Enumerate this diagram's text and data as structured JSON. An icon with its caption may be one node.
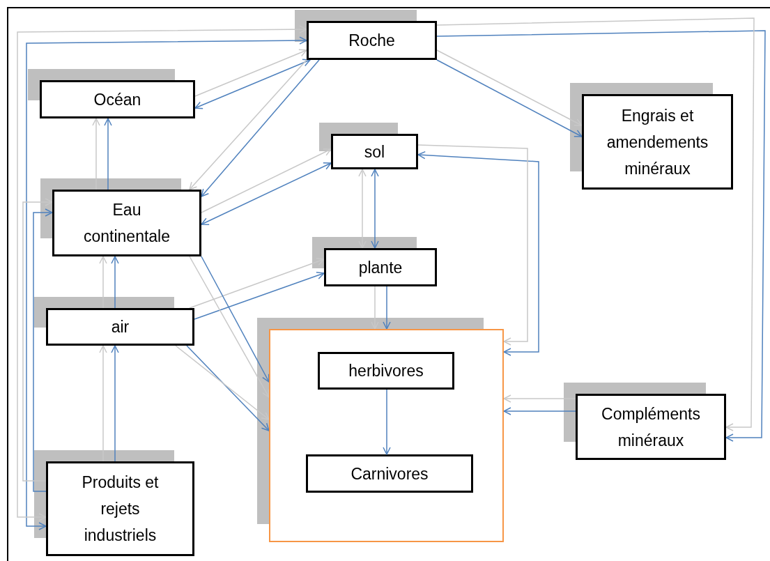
{
  "diagram": {
    "nodes": [
      {
        "text": [
          "Roche"
        ]
      },
      {
        "text": [
          "Océan"
        ]
      },
      {
        "text": [
          "Engrais et amendements minéraux"
        ]
      },
      {
        "text": [
          "sol"
        ]
      },
      {
        "text": [
          "Eau continentale"
        ]
      },
      {
        "text": [
          "plante"
        ]
      },
      {
        "text": [
          "air"
        ]
      },
      {
        "text": [],
        "shape": "box"
      },
      {
        "text": [
          "herbivores"
        ],
        "in": 7
      },
      {
        "text": [
          "Carnivores"
        ],
        "in": 7
      },
      {
        "text": [
          "Compléments minéraux"
        ]
      },
      {
        "text": [
          "Produits et rejets industriels"
        ]
      }
    ],
    "edges": [
      {
        "from": 0,
        "to": 11,
        "arrow": "both"
      },
      {
        "from": 0,
        "to": 11,
        "arrow": "both",
        "color": "#c8c8c8"
      },
      {
        "from": 11,
        "to": 4,
        "arrow": "to"
      },
      {
        "from": 11,
        "to": 4,
        "arrow": "to",
        "color": "#c8c8c8"
      },
      {
        "from": 1,
        "to": 0,
        "arrow": "both"
      },
      {
        "from": 1,
        "to": 0,
        "arrow": "to",
        "color": "#c8c8c8"
      },
      {
        "from": 0,
        "to": 4,
        "arrow": "to"
      },
      {
        "from": 0,
        "to": 4,
        "arrow": "to",
        "color": "#c8c8c8"
      },
      {
        "from": 4,
        "to": 3,
        "arrow": "both"
      },
      {
        "from": 4,
        "to": 3,
        "arrow": "to",
        "color": "#c8c8c8"
      },
      {
        "from": 4,
        "to": 1,
        "arrow": "to"
      },
      {
        "from": 4,
        "to": 1,
        "arrow": "to",
        "color": "#c8c8c8"
      },
      {
        "from": 6,
        "to": 4,
        "arrow": "to"
      },
      {
        "from": 6,
        "to": 4,
        "arrow": "to",
        "color": "#c8c8c8"
      },
      {
        "from": 11,
        "to": 6,
        "arrow": "to"
      },
      {
        "from": 11,
        "to": 6,
        "arrow": "to",
        "color": "#c8c8c8"
      },
      {
        "from": 6,
        "to": 5,
        "arrow": "to"
      },
      {
        "from": 6,
        "to": 5,
        "arrow": "to",
        "color": "#c8c8c8"
      },
      {
        "from": 4,
        "to": 7,
        "arrow": "to"
      },
      {
        "from": 4,
        "to": 7,
        "arrow": "to",
        "color": "#c8c8c8"
      },
      {
        "from": 6,
        "to": 7,
        "arrow": "to"
      },
      {
        "from": 6,
        "to": 7,
        "arrow": "to",
        "color": "#c8c8c8"
      },
      {
        "from": 3,
        "to": 5,
        "arrow": "both"
      },
      {
        "from": 3,
        "to": 5,
        "arrow": "both",
        "color": "#c8c8c8"
      },
      {
        "from": 5,
        "to": 7,
        "arrow": "to"
      },
      {
        "from": 5,
        "to": 7,
        "arrow": "to",
        "color": "#c8c8c8"
      },
      {
        "from": 8,
        "to": 9,
        "arrow": "to"
      },
      {
        "from": 0,
        "to": 2,
        "arrow": "to"
      },
      {
        "from": 0,
        "to": 2,
        "arrow": "to",
        "color": "#c8c8c8"
      },
      {
        "from": 0,
        "to": 10,
        "arrow": "to"
      },
      {
        "from": 0,
        "to": 10,
        "arrow": "to",
        "color": "#c8c8c8"
      },
      {
        "from": 3,
        "to": 7,
        "arrow": "both"
      },
      {
        "from": 3,
        "to": 7,
        "arrow": "to",
        "color": "#c8c8c8"
      },
      {
        "from": 10,
        "to": 7,
        "arrow": "to"
      },
      {
        "from": 10,
        "to": 7,
        "arrow": "to",
        "color": "#c8c8c8"
      }
    ]
  }
}
